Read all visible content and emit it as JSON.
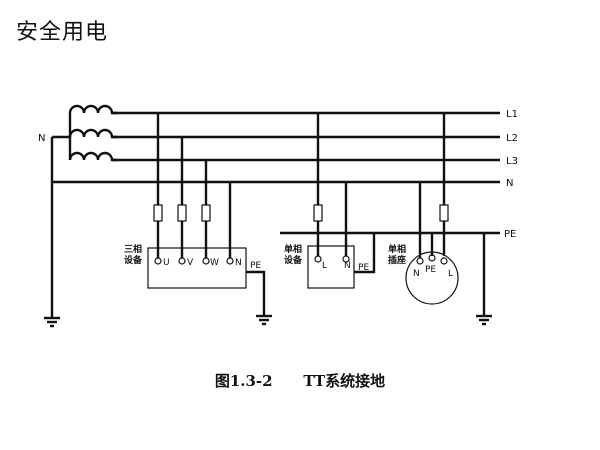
{
  "slide": {
    "title": "安全用电"
  },
  "diagram": {
    "line_labels": {
      "l1": "L1",
      "l2": "L2",
      "l3": "L3",
      "n": "N",
      "pe": "PE",
      "source_n": "N"
    },
    "three_phase_device": {
      "name_line1": "三相",
      "name_line2": "设备",
      "terminals": [
        "U",
        "V",
        "W",
        "N"
      ],
      "pe_label": "PE"
    },
    "single_phase_device": {
      "name_line1": "单相",
      "name_line2": "设备",
      "terminals": [
        "L",
        "N"
      ],
      "pe_label": "PE"
    },
    "socket": {
      "name_line1": "单相",
      "name_line2": "插座",
      "terminals": [
        "N",
        "PE",
        "L"
      ]
    }
  },
  "caption": {
    "figure_number": "图1.3-2",
    "figure_title": "TT系统接地"
  }
}
